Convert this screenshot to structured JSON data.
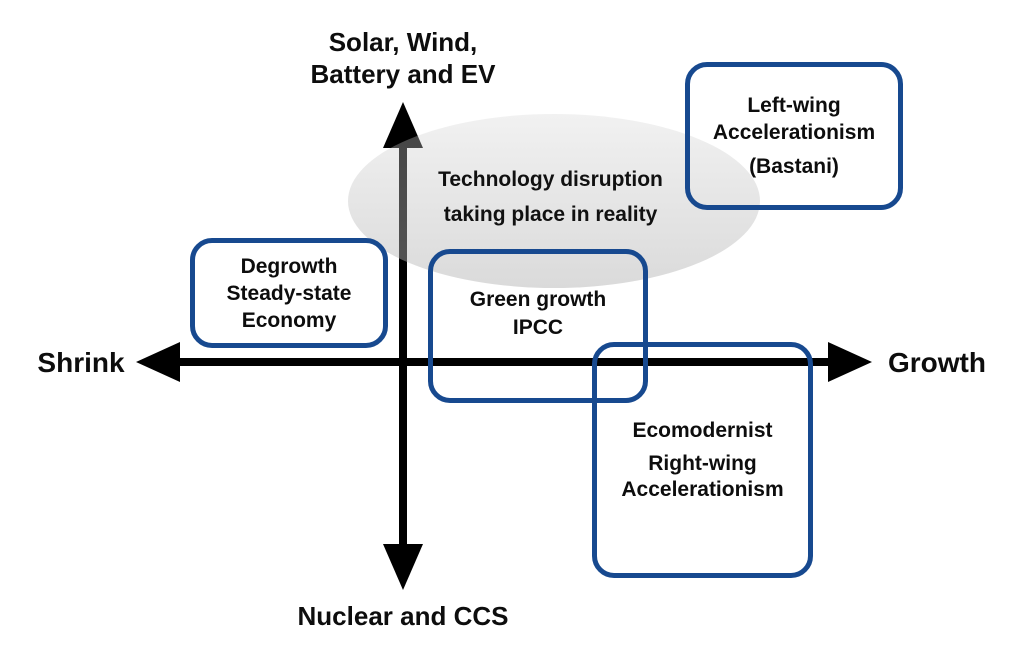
{
  "diagram": {
    "axis_labels": {
      "top": [
        "Solar, Wind,",
        "Battery and EV"
      ],
      "bottom": "Nuclear and CCS",
      "left": "Shrink",
      "right": "Growth"
    },
    "ellipse_note": [
      "Technology disruption",
      "taking place in reality"
    ],
    "boxes": {
      "left_wing": [
        "Left-wing",
        "Accelerationism",
        "(Bastani)"
      ],
      "degrowth": [
        "Degrowth",
        "Steady-state",
        "Economy"
      ],
      "green_growth": [
        "Green growth",
        "IPCC"
      ],
      "ecomodernist": [
        "Ecomodernist",
        "Right-wing",
        "Accelerationism"
      ]
    },
    "colors": {
      "box_border": "#17498f",
      "axis": "#000000",
      "ellipse_fill": "#e9e9e9"
    }
  }
}
